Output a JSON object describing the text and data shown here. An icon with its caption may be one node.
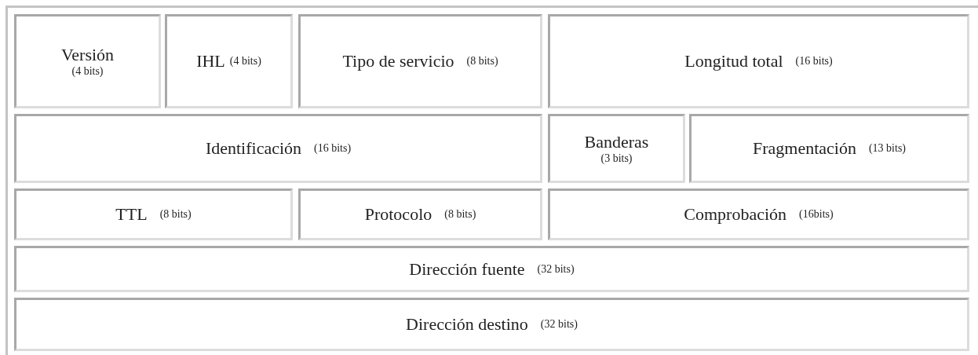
{
  "diagram": {
    "nodes": [
      {
        "text": [
          "Versión",
          "(4 bits)"
        ]
      },
      {
        "text": [
          "IHL",
          "(4 bits)"
        ]
      },
      {
        "text": [
          "Tipo de servicio",
          "(8 bits)"
        ]
      },
      {
        "text": [
          "Longitud total",
          "(16 bits)"
        ]
      },
      {
        "text": [
          "Identificación",
          "(16 bits)"
        ]
      },
      {
        "text": [
          "Banderas",
          "(3 bits)"
        ]
      },
      {
        "text": [
          "Fragmentación",
          "(13 bits)"
        ]
      },
      {
        "text": [
          "TTL",
          "(8 bits)"
        ]
      },
      {
        "text": [
          "Protocolo",
          "(8 bits)"
        ]
      },
      {
        "text": [
          "Comprobación",
          "(16bits)"
        ]
      },
      {
        "text": [
          "Dirección fuente",
          "(32 bits)"
        ]
      },
      {
        "text": [
          "Dirección destino",
          "(32 bits)"
        ]
      }
    ]
  }
}
